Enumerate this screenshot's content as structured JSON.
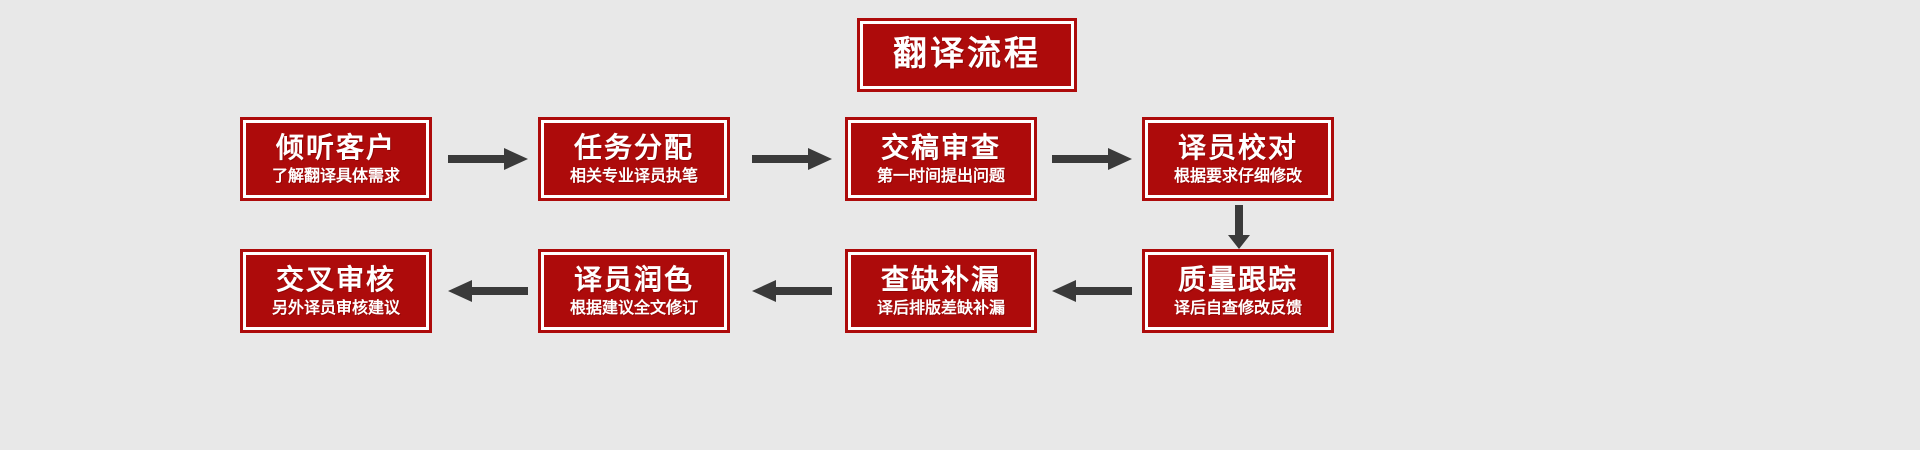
{
  "diagram": {
    "background_color": "#e8e8e8",
    "box_fill_color": "#ad0b0b",
    "box_border_color": "#ad0b0b",
    "box_inner_border_color": "#ffffff",
    "text_color": "#ffffff",
    "arrow_color": "#3a3a3a",
    "header": {
      "title": "翻译流程"
    },
    "row1": [
      {
        "title": "倾听客户",
        "sub": "了解翻译具体需求"
      },
      {
        "title": "任务分配",
        "sub": "相关专业译员执笔"
      },
      {
        "title": "交稿审查",
        "sub": "第一时间提出问题"
      },
      {
        "title": "译员校对",
        "sub": "根据要求仔细修改"
      }
    ],
    "row2": [
      {
        "title": "交叉审核",
        "sub": "另外译员审核建议"
      },
      {
        "title": "译员润色",
        "sub": "根据建议全文修订"
      },
      {
        "title": "查缺补漏",
        "sub": "译后排版差缺补漏"
      },
      {
        "title": "质量跟踪",
        "sub": "译后自查修改反馈"
      }
    ],
    "arrows": [
      {
        "name": "arrow-row1-1to2",
        "direction": "right"
      },
      {
        "name": "arrow-row1-2to3",
        "direction": "right"
      },
      {
        "name": "arrow-row1-3to4",
        "direction": "right"
      },
      {
        "name": "arrow-row1to2-down",
        "direction": "down"
      },
      {
        "name": "arrow-row2-4to3",
        "direction": "left"
      },
      {
        "name": "arrow-row2-3to2",
        "direction": "left"
      },
      {
        "name": "arrow-row2-2to1",
        "direction": "left"
      }
    ]
  }
}
